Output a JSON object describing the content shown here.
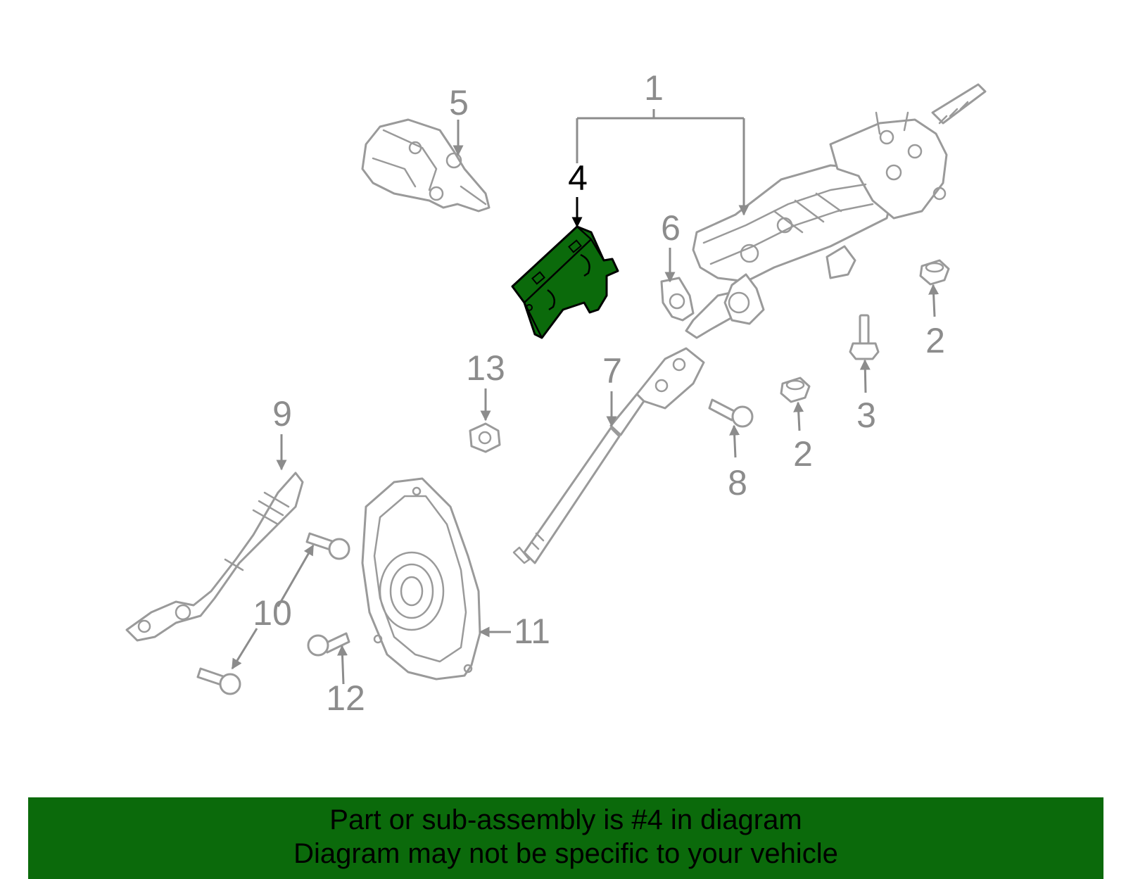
{
  "diagram": {
    "highlight_color": "#0b6a0b",
    "highlighted_part": "4",
    "callouts": [
      {
        "id": "c1",
        "label": "1"
      },
      {
        "id": "c2a",
        "label": "2"
      },
      {
        "id": "c2b",
        "label": "2"
      },
      {
        "id": "c3",
        "label": "3"
      },
      {
        "id": "c4",
        "label": "4"
      },
      {
        "id": "c5",
        "label": "5"
      },
      {
        "id": "c6",
        "label": "6"
      },
      {
        "id": "c7",
        "label": "7"
      },
      {
        "id": "c8",
        "label": "8"
      },
      {
        "id": "c9",
        "label": "9"
      },
      {
        "id": "c10",
        "label": "10"
      },
      {
        "id": "c11",
        "label": "11"
      },
      {
        "id": "c12",
        "label": "12"
      },
      {
        "id": "c13",
        "label": "13"
      }
    ]
  },
  "banner": {
    "background": "#0b6a0b",
    "line1": "Part or sub-assembly is #4 in diagram",
    "line2": "Diagram may not be specific to your vehicle"
  }
}
